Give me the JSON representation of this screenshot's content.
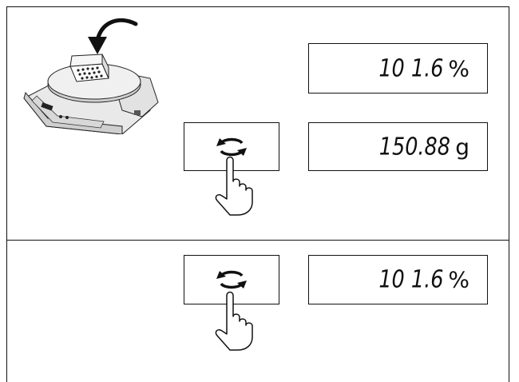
{
  "icons": {
    "scale": "balance-with-sample-icon",
    "arrow": "curved-arrow-icon",
    "toggle": "toggle-arrows-icon",
    "hand": "pointing-hand-icon"
  },
  "steps": [
    {
      "display": {
        "value": "10 1.6",
        "unit": "%"
      }
    },
    {
      "display": {
        "value": "150.88",
        "unit": "g"
      }
    },
    {
      "display": {
        "value": "10 1.6",
        "unit": "%"
      }
    }
  ]
}
